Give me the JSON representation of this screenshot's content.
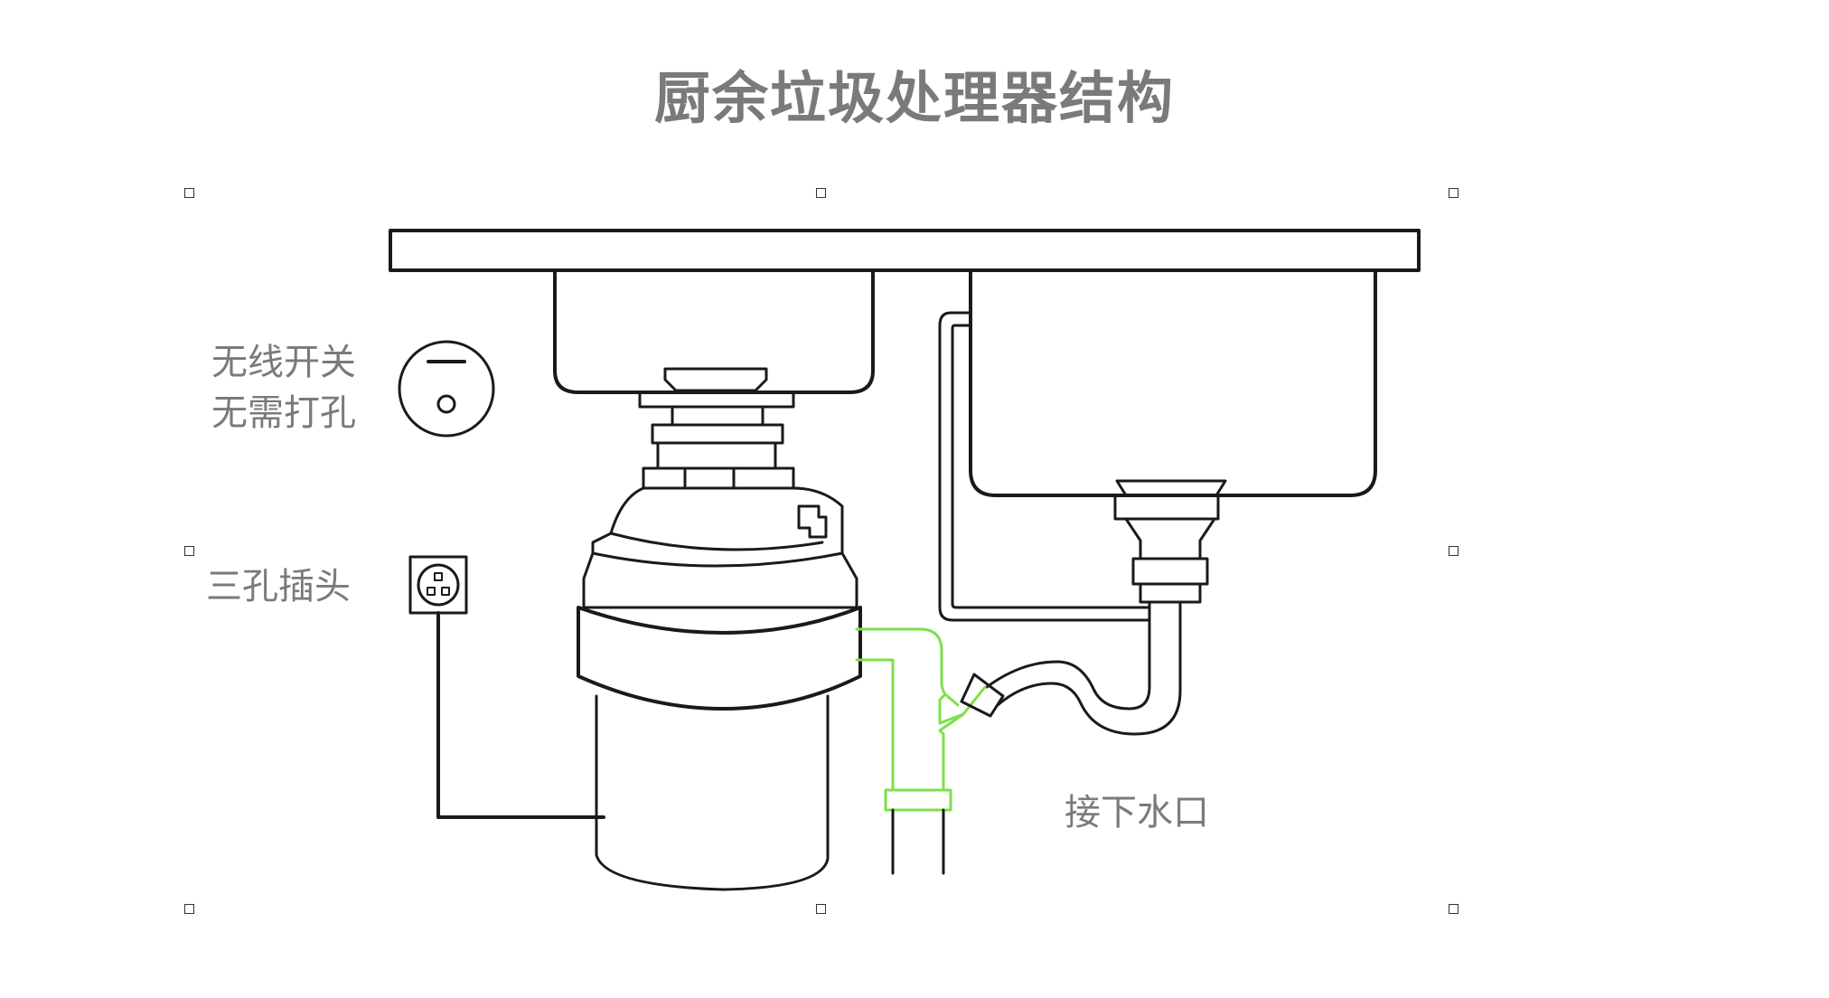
{
  "title": "厨余垃圾处理器结构",
  "labels": {
    "switch_line1": "无线开关",
    "switch_line2": "无需打孔",
    "plug": "三孔插头",
    "drain": "接下水口"
  },
  "colors": {
    "title": "#7a7a7a",
    "label": "#7a7a7a",
    "line": "#1a1a1a",
    "green_pipe": "#7ee04a"
  },
  "icons": [
    "wireless-switch-icon",
    "three-hole-socket-icon"
  ]
}
